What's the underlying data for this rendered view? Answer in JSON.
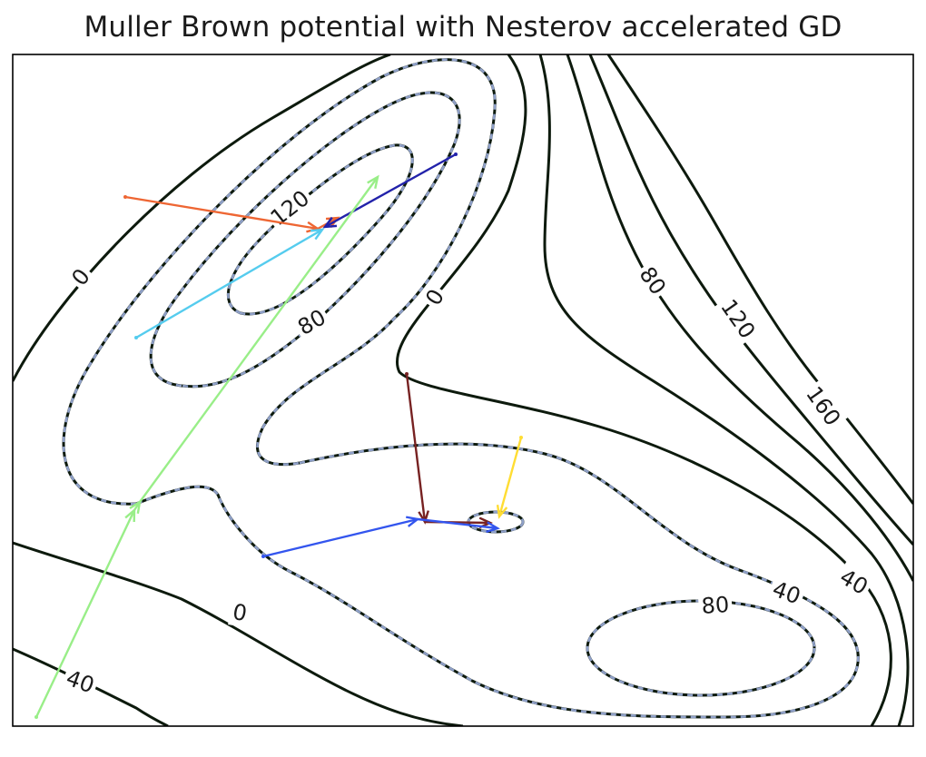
{
  "chart_data": {
    "type": "contour",
    "title": "Muller Brown potential with Nesterov accelerated GD",
    "xlabel": "",
    "ylabel": "",
    "grid": false,
    "contour_labels": [
      "0",
      "120",
      "80",
      "0",
      "80",
      "120",
      "160",
      "0",
      "40",
      "80",
      "40",
      "40"
    ],
    "trajectories": [
      {
        "color": "#ee6633",
        "points": [
          [
            138,
            217
          ],
          [
            350,
            252
          ],
          [
            372,
            240
          ]
        ]
      },
      {
        "color": "#55ccee",
        "points": [
          [
            150,
            372
          ],
          [
            355,
            253
          ]
        ]
      },
      {
        "color": "#2222aa",
        "points": [
          [
            502,
            170
          ],
          [
            358,
            250
          ]
        ]
      },
      {
        "color": "#99ee88",
        "points": [
          [
            40,
            790
          ],
          [
            148,
            562
          ],
          [
            154,
            553
          ],
          [
            416,
            195
          ]
        ]
      },
      {
        "color": "#772222",
        "points": [
          [
            448,
            412
          ],
          [
            468,
            575
          ],
          [
            540,
            576
          ]
        ]
      },
      {
        "color": "#3355ee",
        "points": [
          [
            290,
            613
          ],
          [
            460,
            572
          ],
          [
            548,
            582
          ]
        ]
      },
      {
        "color": "#ffdd33",
        "points": [
          [
            574,
            482
          ],
          [
            550,
            569
          ]
        ]
      }
    ]
  }
}
